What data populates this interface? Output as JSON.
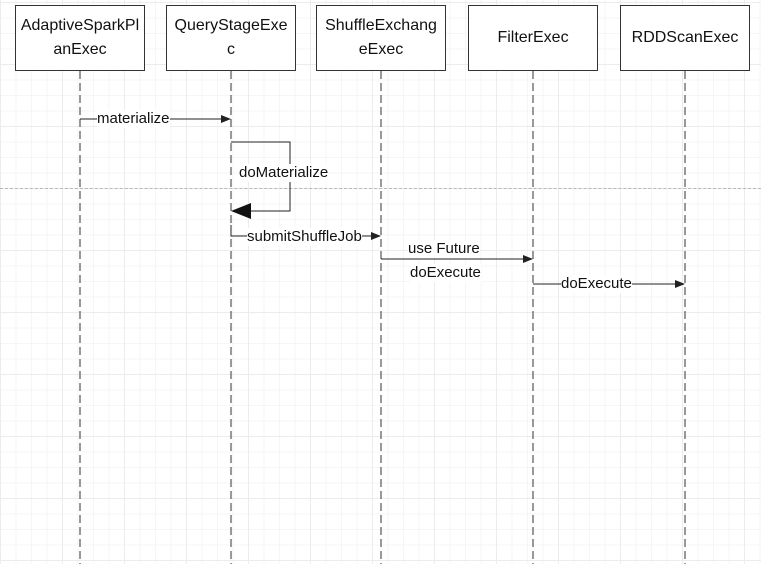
{
  "participants": [
    {
      "id": "p1",
      "label": "AdaptiveSparkPlanExec"
    },
    {
      "id": "p2",
      "label": "QueryStageExec"
    },
    {
      "id": "p3",
      "label": "ShuffleExchangeExec"
    },
    {
      "id": "p4",
      "label": "FilterExec"
    },
    {
      "id": "p5",
      "label": "RDDScanExec"
    }
  ],
  "messages": [
    {
      "id": "m1",
      "label": "materialize"
    },
    {
      "id": "m2",
      "label": "doMaterialize"
    },
    {
      "id": "m3",
      "label": "submitShuffleJob"
    },
    {
      "id": "m4",
      "label_line1": "use Future",
      "label_line2": "doExecute"
    },
    {
      "id": "m5",
      "label": "doExecute"
    }
  ],
  "colors": {
    "line": "#222222",
    "border": "#333333",
    "grid": "#ececec"
  }
}
